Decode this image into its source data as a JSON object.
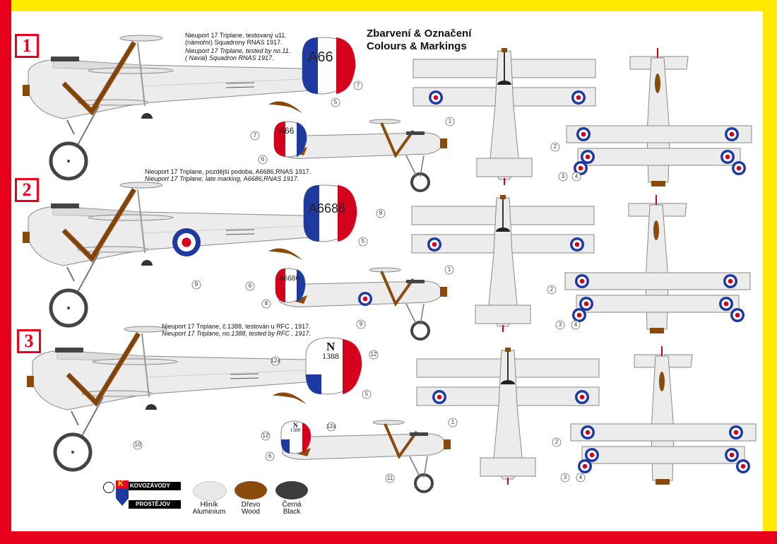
{
  "header": {
    "title_cz": "Zbarvení & Označení",
    "title_en": "Colours & Markings"
  },
  "schemes": [
    {
      "number": "1",
      "caption_cz_1": "Nieuport 17 Triplane, testovaný u11.",
      "caption_cz_2": "(námořní) Squadrony RNAS 1917.",
      "caption_en_1": "Nieuport 17 Triplane, tested by no.11.",
      "caption_en_2": "( Naval) Squadron RNAS 1917.",
      "serial": "A66"
    },
    {
      "number": "2",
      "caption_cz": "Nieuport 17 Triplane, pozdější podoba, A6686,RNAS 1917.",
      "caption_en": "Nieuport 17 Triplane, late marking, A6686,RNAS 1917.",
      "serial": "A6686"
    },
    {
      "number": "3",
      "caption_cz": "Nieuport 17 Triplane, č.1388, testován u RFC , 1917.",
      "caption_en": "Nieuport 17 Triplane, no.1388, tested by RFC , 1917.",
      "serial_letter": "N",
      "serial": "1388"
    }
  ],
  "callouts": {
    "s1": [
      "7",
      "5",
      "7",
      "6",
      "1",
      "2",
      "3",
      "4"
    ],
    "s2": [
      "8",
      "5",
      "9",
      "6",
      "8",
      "9",
      "1",
      "2",
      "3",
      "4"
    ],
    "s3": [
      "12a",
      "12",
      "5",
      "10",
      "12",
      "12a",
      "6",
      "11",
      "1",
      "2",
      "3",
      "4"
    ]
  },
  "legend": {
    "manufacturer_1": "KOVOZÁVODY",
    "manufacturer_2": "PROSTĚJOV",
    "logo_letter": "K",
    "swatches": [
      {
        "label_cz": "Hliník",
        "label_en": "Aluminium",
        "color": "#e8e8e8"
      },
      {
        "label_cz": "Dřevo",
        "label_en": "Wood",
        "color": "#8a4a0c"
      },
      {
        "label_cz": "Černá",
        "label_en": "Black",
        "color": "#3c3c3c"
      }
    ]
  },
  "colors": {
    "frame_yellow": "#ffea00",
    "frame_red": "#e8001c",
    "roundel_blue": "#1e3aa0",
    "roundel_red": "#d4001c",
    "aluminium": "#ececec",
    "wood": "#8a4a0c"
  }
}
